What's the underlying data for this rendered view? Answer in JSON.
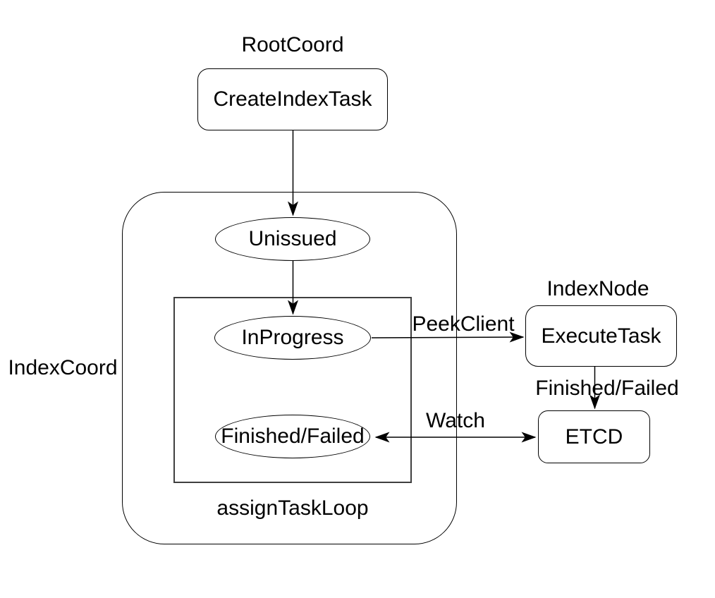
{
  "diagram": {
    "background_color": "#ffffff",
    "stroke_color": "#000000",
    "groups": {
      "root_coord": {
        "label": "RootCoord"
      },
      "index_coord": {
        "label": "IndexCoord"
      },
      "index_node": {
        "label": "IndexNode"
      },
      "assign_task_loop": {
        "label": "assignTaskLoop"
      }
    },
    "nodes": {
      "create_index_task": {
        "label": "CreateIndexTask",
        "shape": "rounded-rect"
      },
      "unissued": {
        "label": "Unissued",
        "shape": "ellipse"
      },
      "in_progress": {
        "label": "InProgress",
        "shape": "ellipse"
      },
      "finished_failed_state": {
        "label": "Finished/Failed",
        "shape": "ellipse"
      },
      "execute_task": {
        "label": "ExecuteTask",
        "shape": "rounded-rect"
      },
      "etcd": {
        "label": "ETCD",
        "shape": "rounded-rect"
      }
    },
    "edges": [
      {
        "from": "create_index_task",
        "to": "unissued",
        "label": "",
        "direction": "down"
      },
      {
        "from": "unissued",
        "to": "in_progress",
        "label": "",
        "direction": "down"
      },
      {
        "from": "in_progress",
        "to": "execute_task",
        "label": "PeekClient",
        "direction": "right"
      },
      {
        "from": "execute_task",
        "to": "etcd",
        "label": "Finished/Failed",
        "direction": "down"
      },
      {
        "from": "finished_failed_state",
        "to": "etcd",
        "label": "Watch",
        "direction": "bidirectional"
      }
    ]
  }
}
